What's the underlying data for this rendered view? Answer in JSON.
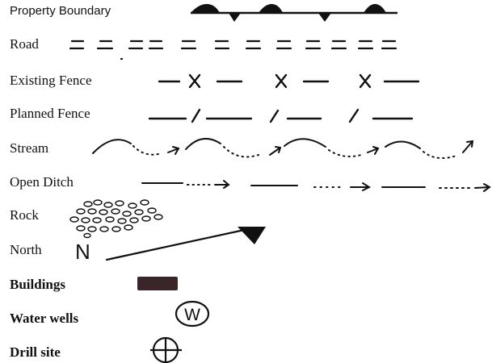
{
  "legend": {
    "items": [
      {
        "label": "Property Boundary",
        "symbol": "property-boundary"
      },
      {
        "label": "Road",
        "symbol": "road"
      },
      {
        "label": "Existing Fence",
        "symbol": "existing-fence"
      },
      {
        "label": "Planned Fence",
        "symbol": "planned-fence"
      },
      {
        "label": "Stream",
        "symbol": "stream"
      },
      {
        "label": "Open Ditch",
        "symbol": "open-ditch"
      },
      {
        "label": "Rock",
        "symbol": "rock"
      },
      {
        "label": "North",
        "symbol": "north-arrow"
      },
      {
        "label": "Buildings",
        "symbol": "building"
      },
      {
        "label": "Water wells",
        "symbol": "water-well"
      },
      {
        "label": "Drill site",
        "symbol": "drill-site"
      }
    ],
    "north_letter": "N",
    "well_letter": "W"
  },
  "colors": {
    "ink": "#111111",
    "building_fill": "#3a2628"
  }
}
